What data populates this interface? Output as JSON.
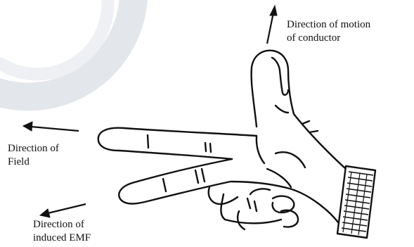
{
  "diagram": {
    "labels": {
      "motion": {
        "line1": "Direction of motion",
        "line2": "of conductor"
      },
      "field": {
        "line1": "Direction of",
        "line2": "Field"
      },
      "emf": {
        "line1": "Direction of",
        "line2": "induced EMF"
      }
    },
    "colors": {
      "ink": "#111111",
      "watermark": "#e3e6ea",
      "background": "#ffffff"
    }
  }
}
